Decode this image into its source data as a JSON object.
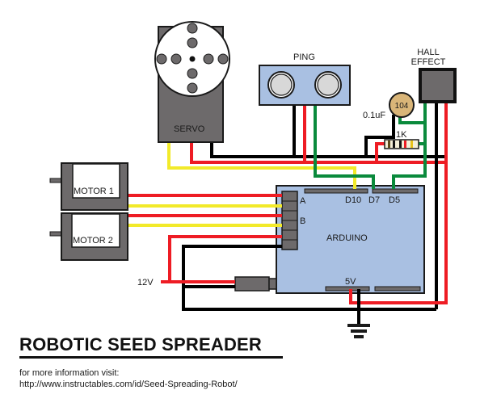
{
  "title": "ROBOTIC SEED SPREADER",
  "info": {
    "line1": "for more information visit:",
    "url": "http://www.instructables.com/id/Seed-Spreading-Robot/"
  },
  "components": {
    "servo": {
      "label": "SERVO"
    },
    "ping": {
      "label": "PING"
    },
    "hall": {
      "label_line1": "HALL",
      "label_line2": "EFFECT"
    },
    "capacitor": {
      "code": "104",
      "value": "0.1uF"
    },
    "resistor": {
      "value": "1K"
    },
    "motor1": {
      "label": "MOTOR 1"
    },
    "motor2": {
      "label": "MOTOR 2"
    },
    "arduino": {
      "label": "ARDUINO"
    },
    "power": {
      "label": "12V"
    }
  },
  "pins": {
    "d10": "D10",
    "d7": "D7",
    "d5": "D5",
    "v5": "5V",
    "a": "A",
    "b": "B"
  },
  "colors": {
    "wire_red": "#ee1c24",
    "wire_yellow": "#f2ea2a",
    "wire_green": "#0a8a3c",
    "wire_black": "#000000",
    "component_gray": "#6d6a6b",
    "arduino_blue": "#a9c0e2",
    "ping_blue": "#a9c0e2",
    "capacitor_tan": "#d9b578"
  }
}
